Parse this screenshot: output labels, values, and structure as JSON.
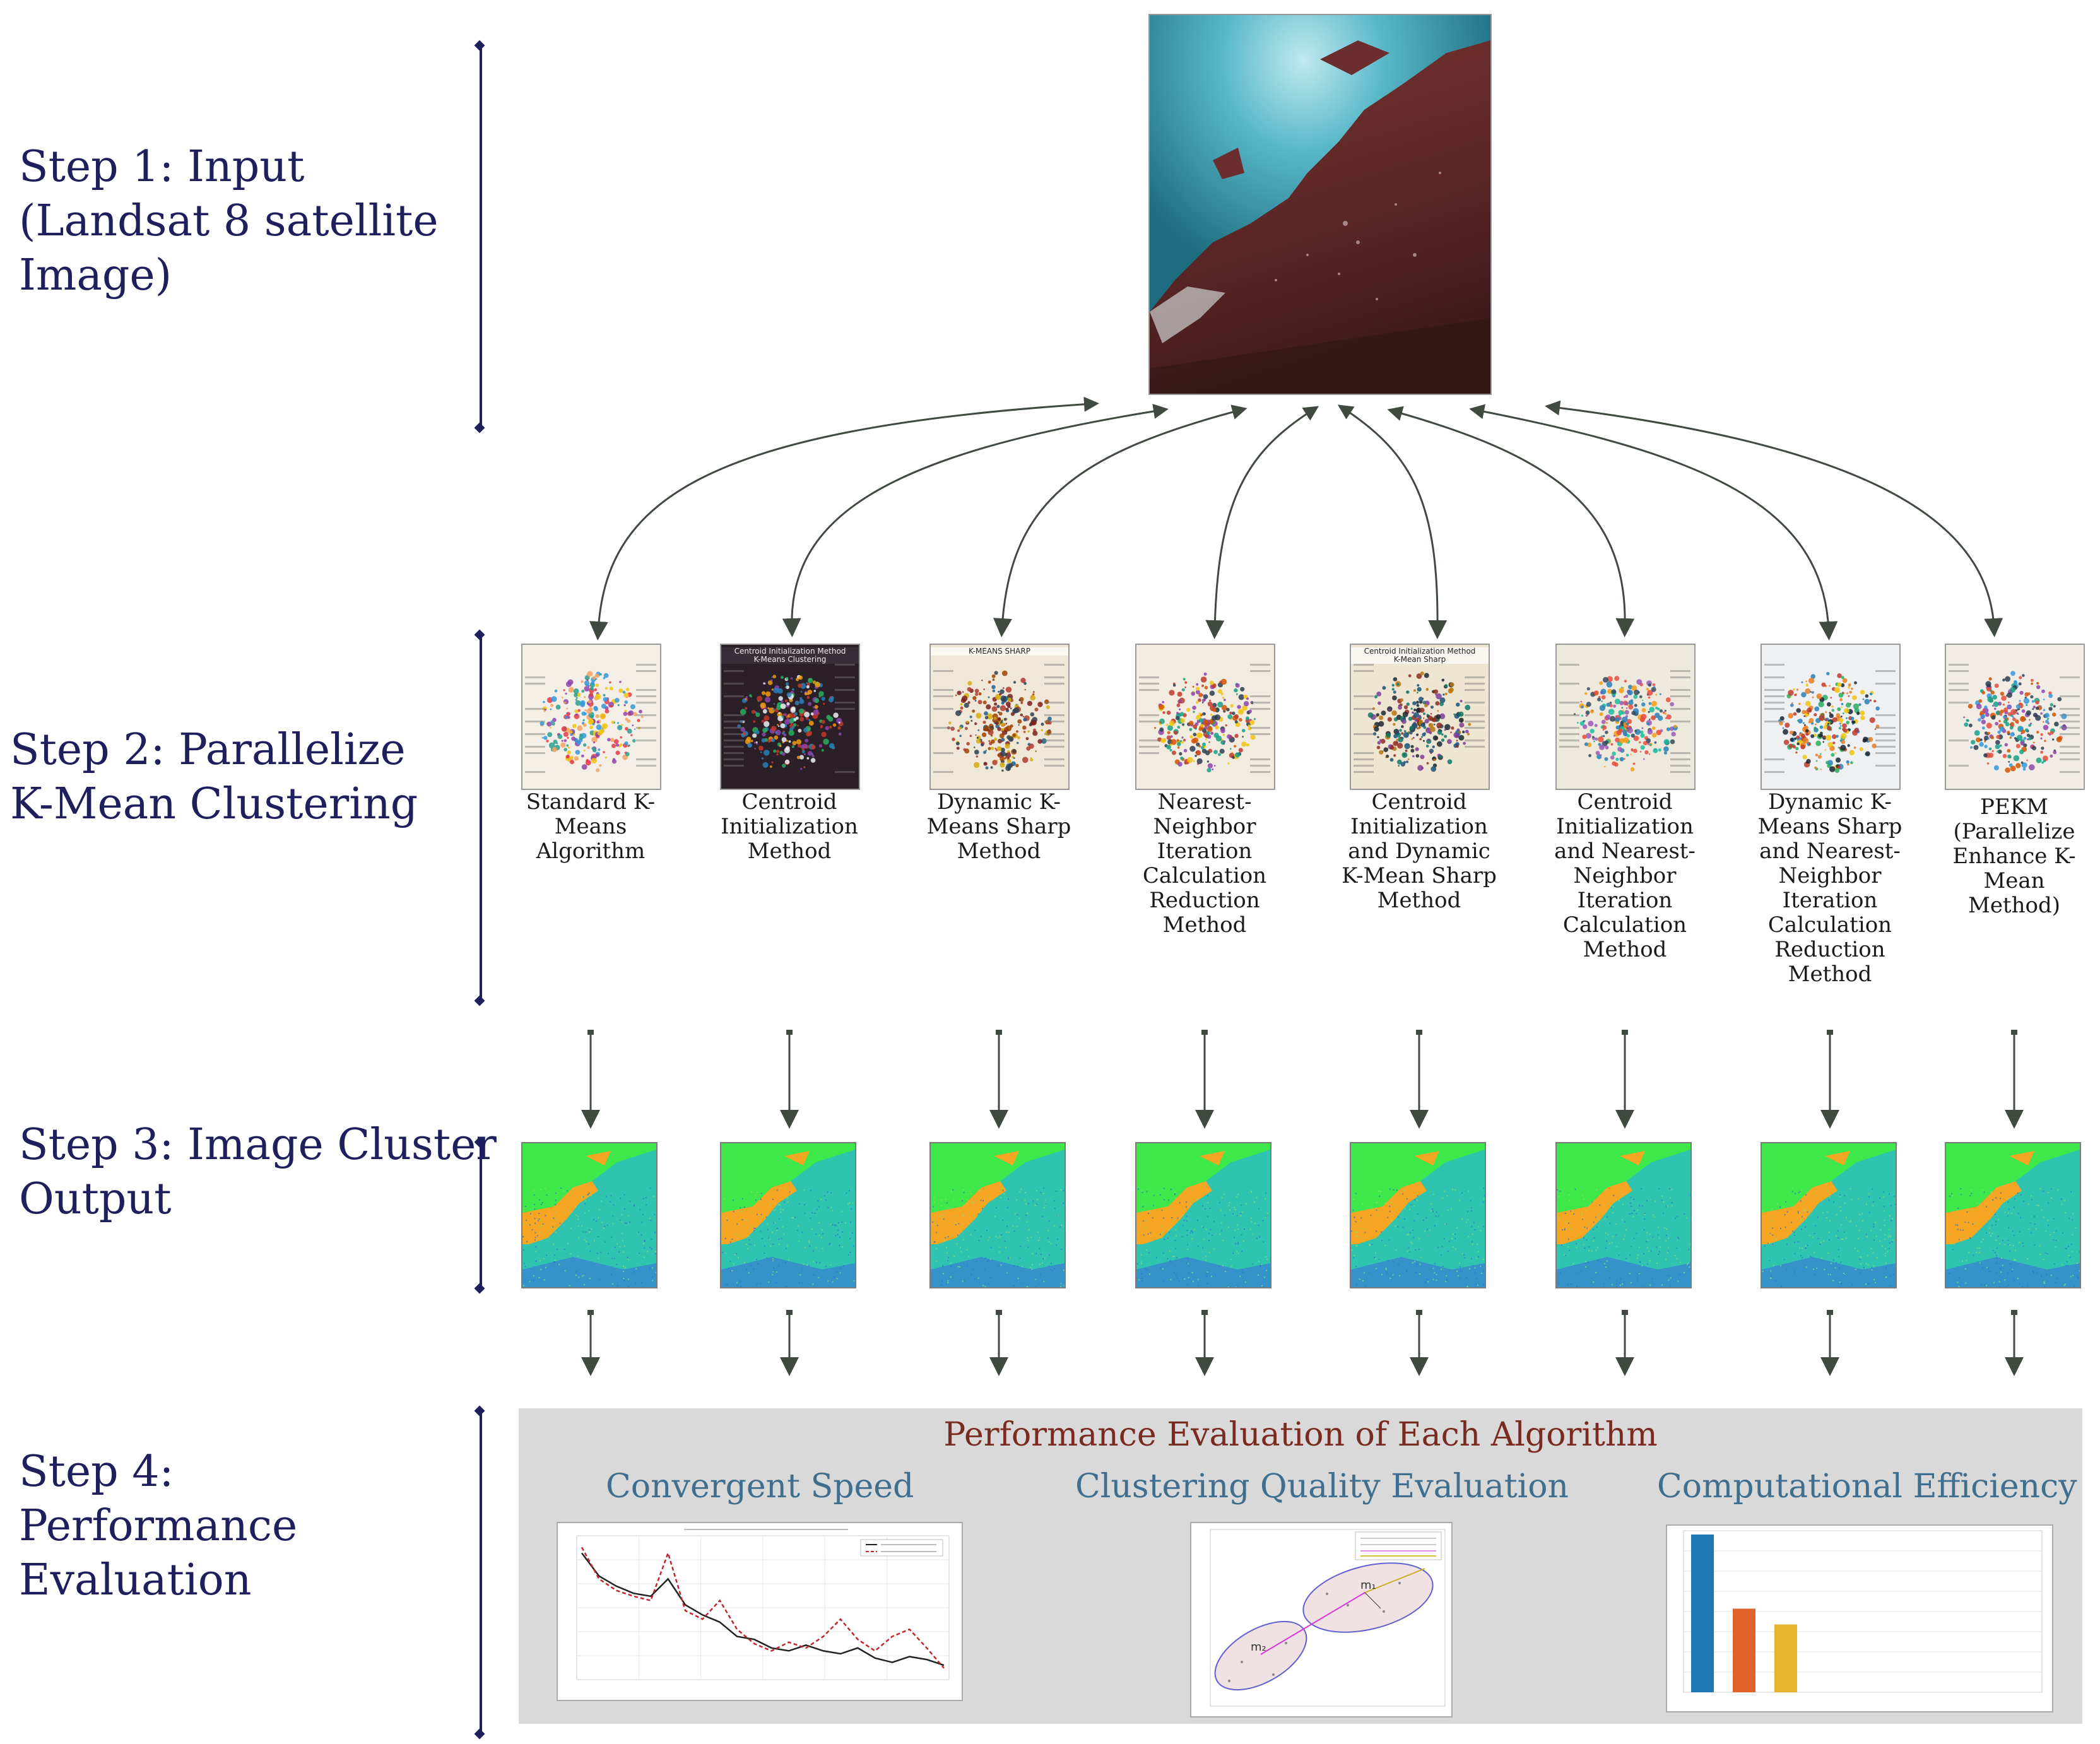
{
  "steps": [
    {
      "label": "Step 1: Input\n(Landsat 8 satellite\nImage)"
    },
    {
      "label": "Step 2: Parallelize\nK-Mean Clustering"
    },
    {
      "label": "Step 3: Image Cluster\nOutput"
    },
    {
      "label": "Step 4:\nPerformance\nEvaluation"
    }
  ],
  "input_image": {
    "description_icon": "satellite-image"
  },
  "algorithms": [
    {
      "label": "Standard K-\nMeans\nAlgorithm",
      "thumb_caption": ""
    },
    {
      "label": "Centroid\nInitialization\nMethod",
      "thumb_caption": "Centroid Initialization Method\nK-Means Clustering"
    },
    {
      "label": "Dynamic  K-\nMeans Sharp\nMethod",
      "thumb_caption": "K-MEANS SHARP"
    },
    {
      "label": "Nearest-\nNeighbor\nIteration\nCalculation\nReduction\nMethod",
      "thumb_caption": ""
    },
    {
      "label": "Centroid\nInitialization\nand Dynamic\nK-Mean Sharp\nMethod",
      "thumb_caption": "Centroid Initialization Method\nK-Mean Sharp"
    },
    {
      "label": "Centroid\nInitialization\nand Nearest-\nNeighbor\nIteration\nCalculation\nMethod",
      "thumb_caption": ""
    },
    {
      "label": "Dynamic K-\nMeans Sharp\nand Nearest-\nNeighbor\nIteration\nCalculation\nReduction\nMethod",
      "thumb_caption": ""
    },
    {
      "label": "PEKM\n(Parallelize\nEnhance K-\nMean\nMethod)",
      "thumb_caption": ""
    }
  ],
  "evaluation": {
    "title": "Performance Evaluation of Each Algorithm",
    "metrics": [
      {
        "title": "Convergent Speed"
      },
      {
        "title": "Clustering Quality Evaluation"
      },
      {
        "title": "Computational Efficiency"
      }
    ],
    "quality_labels": {
      "m1": "m₁",
      "m2": "m₂"
    }
  },
  "colors": {
    "step_text": "#1e1f5c",
    "eval_title": "#7a2a1e",
    "metric_title": "#3f6e8e",
    "panel_bg": "#d9d9d9",
    "arrow": "#404a40",
    "bar_colors": [
      "#1f77b4",
      "#e0622d",
      "#e6b530"
    ]
  },
  "chart_data": [
    {
      "type": "line",
      "title": "",
      "series": [
        {
          "values": [
            88,
            72,
            65,
            60,
            58,
            70,
            52,
            45,
            40,
            30,
            28,
            22,
            20,
            24,
            20,
            18,
            22,
            15,
            12,
            16,
            14,
            10
          ]
        },
        {
          "values": [
            92,
            70,
            62,
            58,
            55,
            88,
            48,
            42,
            55,
            35,
            25,
            20,
            26,
            22,
            30,
            42,
            28,
            20,
            30,
            35,
            22,
            8
          ]
        }
      ]
    },
    {
      "type": "bar",
      "categories": [
        "",
        "",
        ""
      ],
      "values": [
        100,
        53,
        43
      ]
    }
  ]
}
